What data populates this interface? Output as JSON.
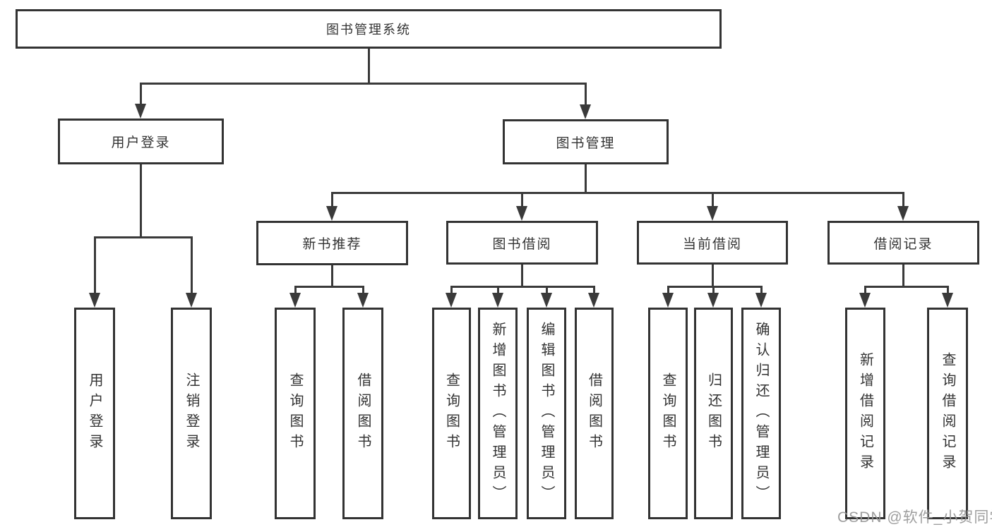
{
  "diagram": {
    "type": "tree",
    "root": "图书管理系统",
    "level2": [
      "用户登录",
      "图书管理"
    ],
    "level3": [
      "新书推荐",
      "图书借阅",
      "当前借阅",
      "借阅记录"
    ],
    "leaves": [
      "用户登录",
      "注销登录",
      "查询图书",
      "借阅图书",
      "查询图书",
      "新增图书（管理员）",
      "编辑图书（管理员）",
      "借阅图书",
      "查询图书",
      "归还图书",
      "确认归还（管理员）",
      "新增借阅记录",
      "查询借阅记录"
    ],
    "structure": {
      "图书管理系统": [
        "用户登录",
        "图书管理"
      ],
      "用户登录": [
        "用户登录",
        "注销登录"
      ],
      "图书管理": [
        "新书推荐",
        "图书借阅",
        "当前借阅",
        "借阅记录"
      ],
      "新书推荐": [
        "查询图书",
        "借阅图书"
      ],
      "图书借阅": [
        "查询图书",
        "新增图书（管理员）",
        "编辑图书（管理员）",
        "借阅图书"
      ],
      "当前借阅": [
        "查询图书",
        "归还图书",
        "确认归还（管理员）"
      ],
      "借阅记录": [
        "新增借阅记录",
        "查询借阅记录"
      ]
    }
  },
  "colors": {
    "border": "#333333",
    "line": "#3a3a3a",
    "text": "#333333",
    "background": "#ffffff",
    "watermark": "#969696"
  },
  "watermark": {
    "text": "CSDN @软件_小贺同学"
  }
}
